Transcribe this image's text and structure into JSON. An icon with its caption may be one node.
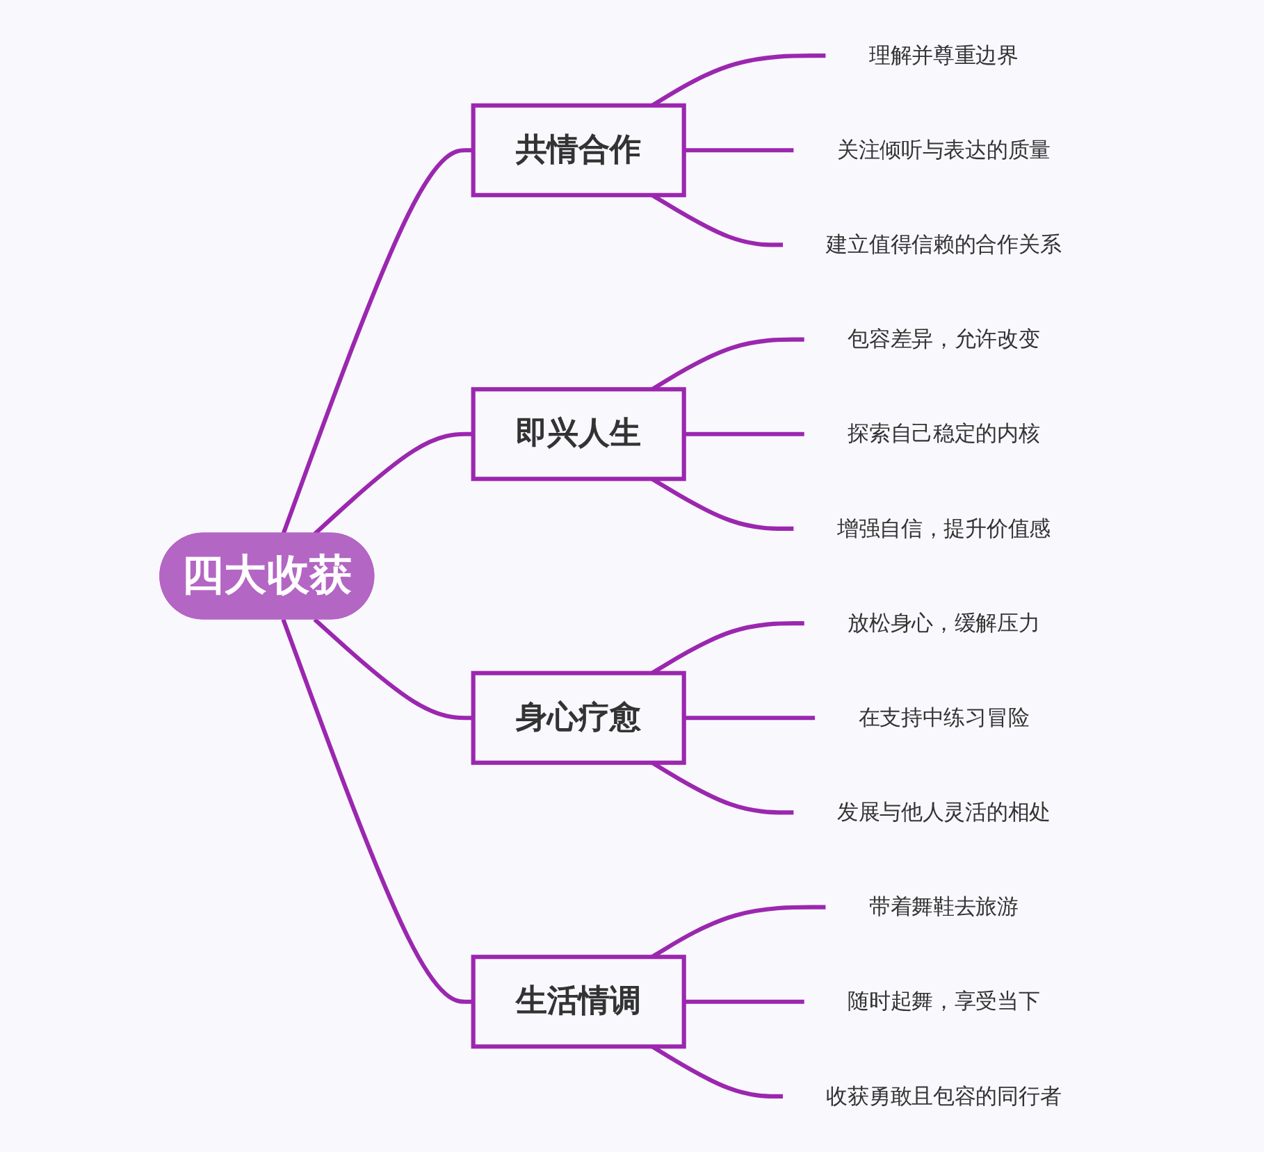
{
  "diagram": {
    "nodes": [
      {
        "text": [
          "四大收获"
        ]
      },
      {
        "text": [
          "共情合作"
        ]
      },
      {
        "text": [
          "理解并尊重边界"
        ]
      },
      {
        "text": [
          "关注倾听与表达的质量"
        ]
      },
      {
        "text": [
          "建立值得信赖的合作关系"
        ]
      },
      {
        "text": [
          "即兴人生"
        ]
      },
      {
        "text": [
          "包容差异，允许改变"
        ]
      },
      {
        "text": [
          "探索自己稳定的内核"
        ]
      },
      {
        "text": [
          "增强自信，提升价值感"
        ]
      },
      {
        "text": [
          "身心疗愈"
        ]
      },
      {
        "text": [
          "放松身心，缓解压力"
        ]
      },
      {
        "text": [
          "在支持中练习冒险"
        ]
      },
      {
        "text": [
          "发展与他人灵活的相处"
        ]
      },
      {
        "text": [
          "生活情调"
        ]
      },
      {
        "text": [
          "带着舞鞋去旅游"
        ]
      },
      {
        "text": [
          "随时起舞，享受当下"
        ]
      },
      {
        "text": [
          "收获勇敢且包容的同行者"
        ]
      }
    ],
    "edges": [
      {
        "from": 0,
        "to": 1,
        "arrow": "none"
      },
      {
        "from": 0,
        "to": 5,
        "arrow": "none"
      },
      {
        "from": 0,
        "to": 9,
        "arrow": "none"
      },
      {
        "from": 0,
        "to": 13,
        "arrow": "none"
      },
      {
        "from": 1,
        "to": 2,
        "arrow": "none"
      },
      {
        "from": 1,
        "to": 3,
        "arrow": "none"
      },
      {
        "from": 1,
        "to": 4,
        "arrow": "none"
      },
      {
        "from": 5,
        "to": 6,
        "arrow": "none"
      },
      {
        "from": 5,
        "to": 7,
        "arrow": "none"
      },
      {
        "from": 5,
        "to": 8,
        "arrow": "none"
      },
      {
        "from": 9,
        "to": 10,
        "arrow": "none"
      },
      {
        "from": 9,
        "to": 11,
        "arrow": "none"
      },
      {
        "from": 9,
        "to": 12,
        "arrow": "none"
      },
      {
        "from": 13,
        "to": 14,
        "arrow": "none"
      },
      {
        "from": 13,
        "to": 15,
        "arrow": "none"
      },
      {
        "from": 13,
        "to": 16,
        "arrow": "none"
      }
    ]
  }
}
